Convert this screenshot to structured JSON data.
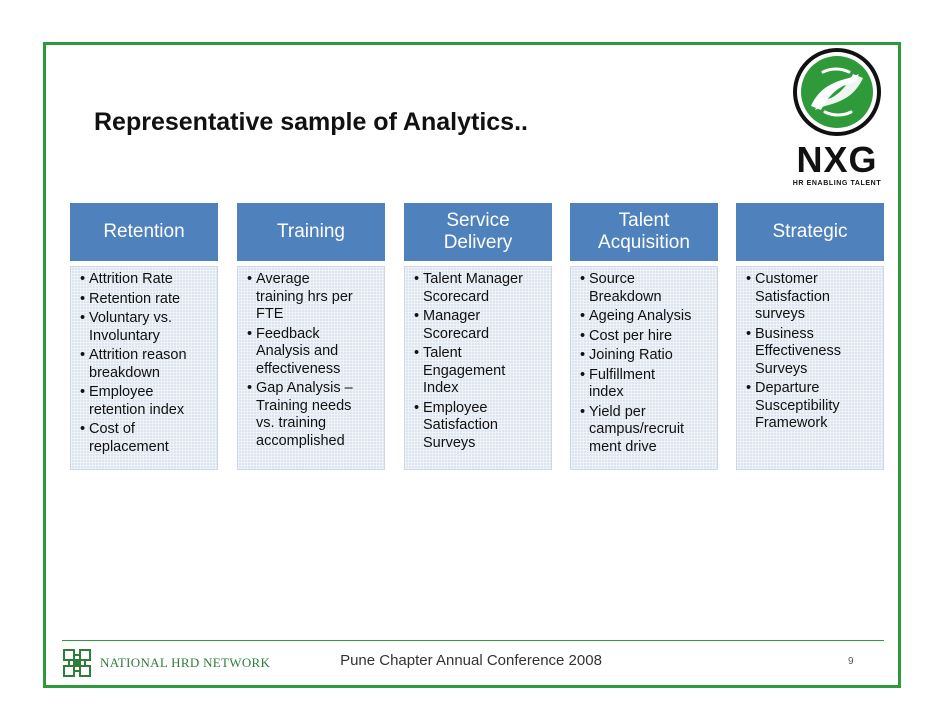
{
  "slide": {
    "title": "Representative sample of Analytics.."
  },
  "logo": {
    "name": "NXG",
    "tagline": "HR ENABLING TALENT",
    "icon": "nxg-hands-logo-icon",
    "colors": {
      "green": "#3aa63f",
      "dark_green": "#1f6e2a",
      "ring": "#111111"
    }
  },
  "columns": [
    {
      "heading": "Retention",
      "items": [
        "Attrition Rate",
        "Retention rate",
        "Voluntary vs.\nInvoluntary",
        "Attrition reason\nbreakdown",
        "Employee\nretention index",
        "Cost of\nreplacement"
      ]
    },
    {
      "heading": "Training",
      "items": [
        "Average\ntraining hrs per\nFTE",
        "Feedback\nAnalysis and\neffectiveness",
        "Gap Analysis –\nTraining needs\nvs. training\naccomplished"
      ]
    },
    {
      "heading": "Service\nDelivery",
      "items": [
        "Talent Manager\nScorecard",
        "Manager\nScorecard",
        "Talent\nEngagement\nIndex",
        "Employee\nSatisfaction\nSurveys"
      ]
    },
    {
      "heading": "Talent\nAcquisition",
      "items": [
        "Source\nBreakdown",
        "Ageing Analysis",
        "Cost per hire",
        "Joining Ratio",
        "Fulfillment\nindex",
        "Yield per\ncampus/recruit\nment drive"
      ]
    },
    {
      "heading": "Strategic",
      "items": [
        "Customer\nSatisfaction\nsurveys",
        "Business\nEffectiveness\nSurveys",
        "Departure\nSusceptibility\nFramework"
      ]
    }
  ],
  "footer": {
    "organization": "NATIONAL HRD NETWORK",
    "organization_icon": "national-hrd-network-logo-icon",
    "conference": "Pune Chapter Annual Conference 2008",
    "page_number": "9"
  },
  "colors": {
    "frame_border": "#2e9b3a",
    "header_fill": "#4f81bd",
    "body_fill": "#dde5f1"
  }
}
